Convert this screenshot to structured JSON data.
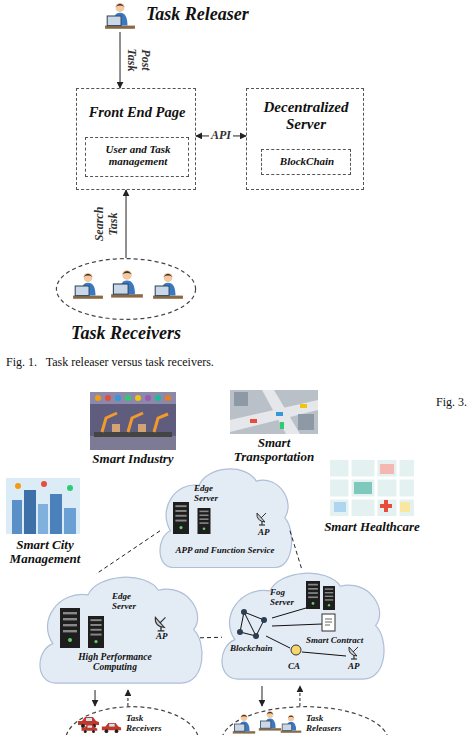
{
  "diagram": {
    "caption": "Fig. 1.   Task releaser versus task receivers.",
    "nodes": [
      {
        "text": [
          "Task Releaser"
        ]
      },
      {
        "text": [
          "Front End Page"
        ]
      },
      {
        "text": [
          "User and Task management"
        ],
        "in": 1
      },
      {
        "text": [
          "Decentralized Server"
        ]
      },
      {
        "text": [
          "BlockChain"
        ],
        "in": 3
      },
      {
        "text": [
          "Task Receivers"
        ]
      },
      {
        "text": [
          "Smart Industry"
        ]
      },
      {
        "text": [
          "Smart Transportation"
        ]
      },
      {
        "text": [
          "Smart City Management"
        ]
      },
      {
        "text": [
          "Smart Healthcare"
        ]
      },
      {
        "text": [
          "Edge Server",
          "APP and Function Service",
          "AP"
        ]
      },
      {
        "text": [
          "Edge Server",
          "High Performance Computing",
          "AP"
        ]
      },
      {
        "text": [
          "Fog Server",
          "Blockchain",
          "Smart Contract",
          "CA",
          "AP"
        ]
      },
      {
        "text": [
          "Task Receivers"
        ]
      },
      {
        "text": [
          "Task Releasers"
        ]
      }
    ],
    "edges": [
      {
        "from": 0,
        "to": 1,
        "arrow": "to",
        "label": "Post Task"
      },
      {
        "from": 1,
        "to": 3,
        "arrow": "both",
        "label": "API"
      },
      {
        "from": 5,
        "to": 1,
        "arrow": "to",
        "label": "Search Task"
      },
      {
        "from": 10,
        "to": 11,
        "arrow": "none"
      },
      {
        "from": 10,
        "to": 12,
        "arrow": "none"
      },
      {
        "from": 11,
        "to": 12,
        "arrow": "none"
      },
      {
        "from": 11,
        "to": 13,
        "arrow": "to"
      },
      {
        "from": 13,
        "to": 11,
        "arrow": "to"
      },
      {
        "from": 12,
        "to": 14,
        "arrow": "to"
      },
      {
        "from": 14,
        "to": 12,
        "arrow": "to"
      }
    ],
    "labels": [
      "Fig. 3."
    ]
  }
}
